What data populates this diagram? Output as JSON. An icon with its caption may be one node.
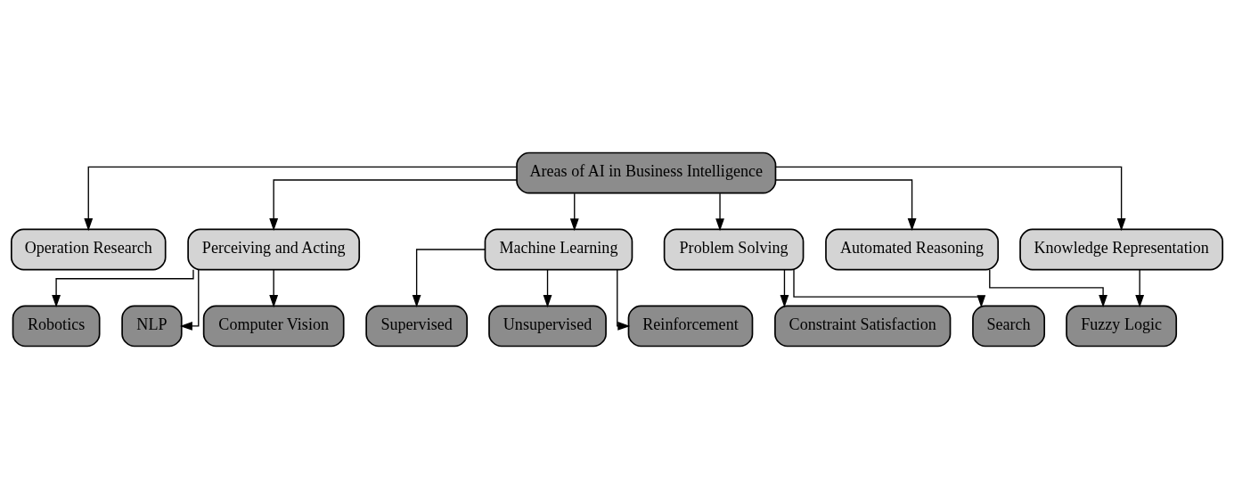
{
  "diagram": {
    "nodes": [
      {
        "text": [
          "Areas of AI in Business Intelligence"
        ]
      },
      {
        "text": [
          "Operation Research"
        ]
      },
      {
        "text": [
          "Perceiving and Acting"
        ]
      },
      {
        "text": [
          "Machine Learning"
        ]
      },
      {
        "text": [
          "Problem Solving"
        ]
      },
      {
        "text": [
          "Automated Reasoning"
        ]
      },
      {
        "text": [
          "Knowledge Representation"
        ]
      },
      {
        "text": [
          "Robotics"
        ]
      },
      {
        "text": [
          "NLP"
        ]
      },
      {
        "text": [
          "Supervised"
        ]
      },
      {
        "text": [
          "Unsupervised"
        ]
      },
      {
        "text": [
          "Constraint Satisfaction"
        ]
      },
      {
        "text": [
          "Computer Vision"
        ]
      },
      {
        "text": [
          "Reinforcement"
        ]
      },
      {
        "text": [
          "Search"
        ]
      },
      {
        "text": [
          "Fuzzy Logic"
        ]
      }
    ],
    "edges": [
      {
        "from": 0,
        "to": 1,
        "arrow": "to"
      },
      {
        "from": 0,
        "to": 2,
        "arrow": "to"
      },
      {
        "from": 0,
        "to": 3,
        "arrow": "to"
      },
      {
        "from": 0,
        "to": 4,
        "arrow": "to"
      },
      {
        "from": 0,
        "to": 5,
        "arrow": "to"
      },
      {
        "from": 0,
        "to": 6,
        "arrow": "to"
      },
      {
        "from": 2,
        "to": 7,
        "arrow": "to"
      },
      {
        "from": 2,
        "to": 8,
        "arrow": "to"
      },
      {
        "from": 2,
        "to": 12,
        "arrow": "to"
      },
      {
        "from": 3,
        "to": 9,
        "arrow": "to"
      },
      {
        "from": 3,
        "to": 10,
        "arrow": "to"
      },
      {
        "from": 3,
        "to": 13,
        "arrow": "to"
      },
      {
        "from": 4,
        "to": 11,
        "arrow": "to"
      },
      {
        "from": 4,
        "to": 14,
        "arrow": "to"
      },
      {
        "from": 5,
        "to": 15,
        "arrow": "to"
      },
      {
        "from": 6,
        "to": 15,
        "arrow": "to"
      }
    ]
  }
}
